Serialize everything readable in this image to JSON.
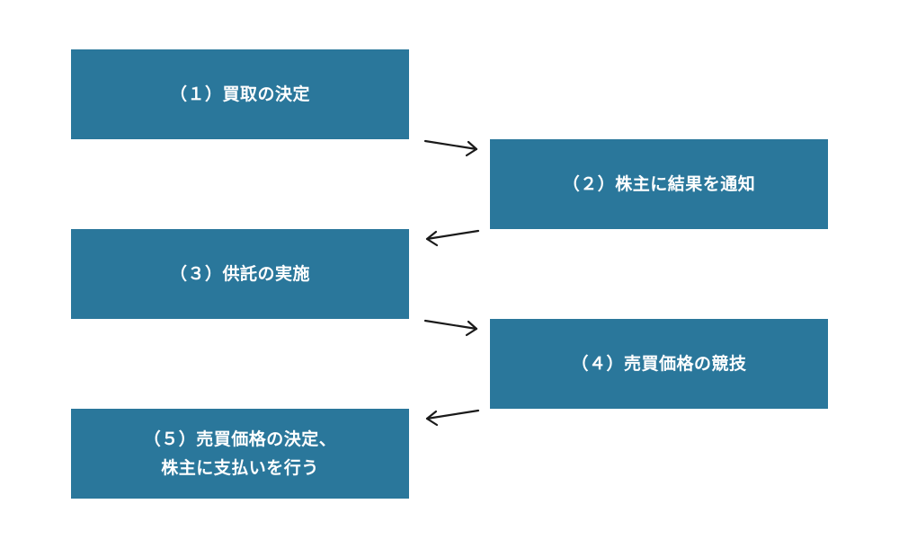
{
  "steps": [
    {
      "lines": [
        "（１）買取の決定"
      ]
    },
    {
      "lines": [
        "（２）株主に結果を通知"
      ]
    },
    {
      "lines": [
        "（３）供託の実施"
      ]
    },
    {
      "lines": [
        "（４）売買価格の競技"
      ]
    },
    {
      "lines": [
        "（５）売買価格の決定、",
        "株主に支払いを行う"
      ]
    }
  ],
  "colors": {
    "box_fill": "#2a779b",
    "box_text": "#ffffff",
    "arrow": "#1a1a1a"
  },
  "connectors": [
    {
      "from": 1,
      "to": 2,
      "direction": "right"
    },
    {
      "from": 2,
      "to": 3,
      "direction": "left"
    },
    {
      "from": 3,
      "to": 4,
      "direction": "right"
    },
    {
      "from": 4,
      "to": 5,
      "direction": "left"
    }
  ]
}
